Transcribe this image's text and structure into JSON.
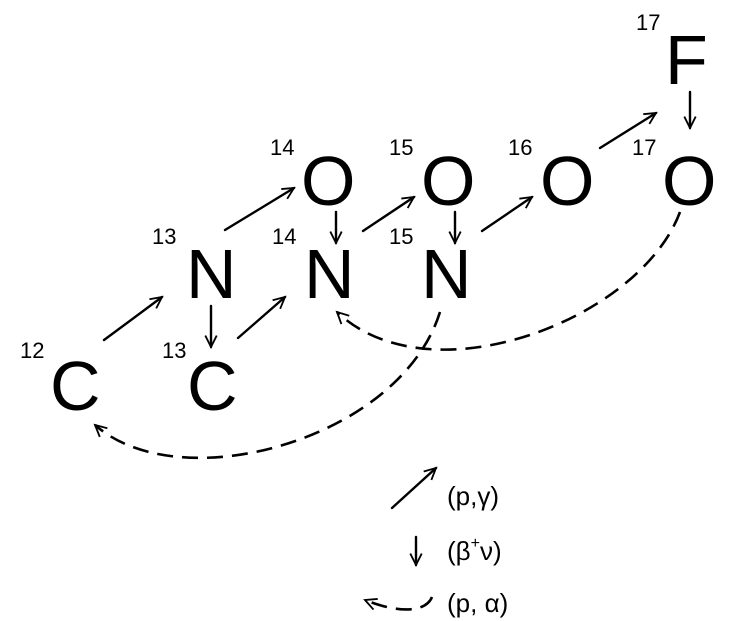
{
  "nuclides": [
    {
      "id": "c12",
      "mass": "12",
      "symbol": "C"
    },
    {
      "id": "c13",
      "mass": "13",
      "symbol": "C"
    },
    {
      "id": "n13",
      "mass": "13",
      "symbol": "N"
    },
    {
      "id": "n14",
      "mass": "14",
      "symbol": "N"
    },
    {
      "id": "n15",
      "mass": "15",
      "symbol": "N"
    },
    {
      "id": "o14",
      "mass": "14",
      "symbol": "O"
    },
    {
      "id": "o15",
      "mass": "15",
      "symbol": "O"
    },
    {
      "id": "o16",
      "mass": "16",
      "symbol": "O"
    },
    {
      "id": "o17",
      "mass": "17",
      "symbol": "O"
    },
    {
      "id": "f17",
      "mass": "17",
      "symbol": "F"
    }
  ],
  "legend": {
    "p_gamma_label": "(p,γ)",
    "beta_label_prefix": "(β",
    "beta_label_sup": "+",
    "beta_label_suffix": "ν)",
    "p_alpha_label": "(p, α)"
  }
}
